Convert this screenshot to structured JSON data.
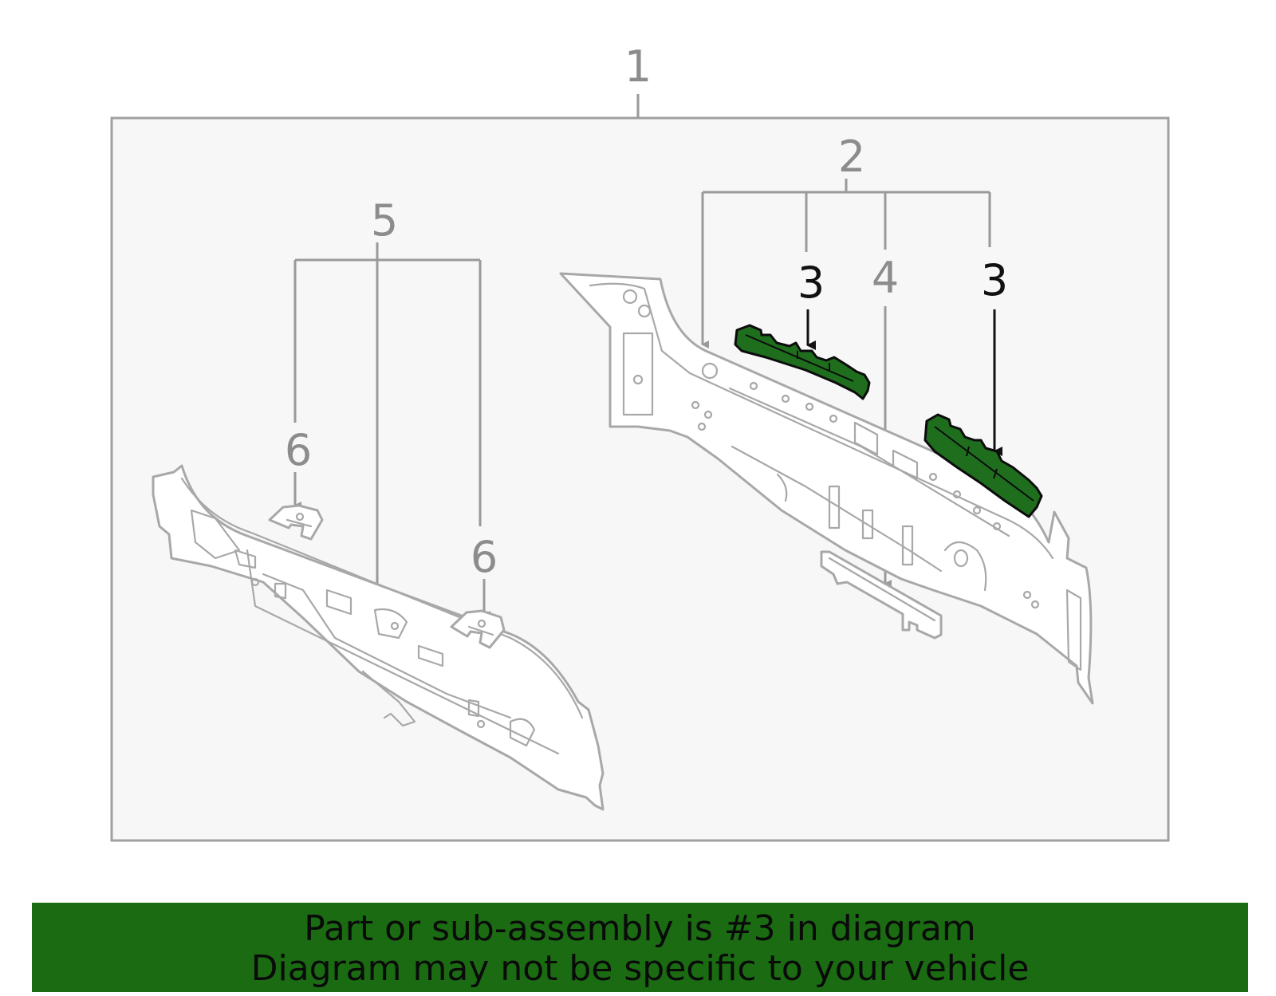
{
  "callouts": {
    "assembly": "1",
    "panel_assembly": "2",
    "reinforcement_left": "3",
    "reinforcement_right": "3",
    "bracket": "4",
    "inner_panel": "5",
    "clip_left": "6",
    "clip_right": "6"
  },
  "highlighted_part": "3",
  "colors": {
    "highlight": "#1e6e1e",
    "banner": "#1a6b12",
    "line": "#9a9a9a",
    "frame_bg": "#f7f7f7"
  },
  "banner": {
    "line1": "Part or sub-assembly is #3 in diagram",
    "line2": "Diagram may not be specific to your vehicle"
  }
}
